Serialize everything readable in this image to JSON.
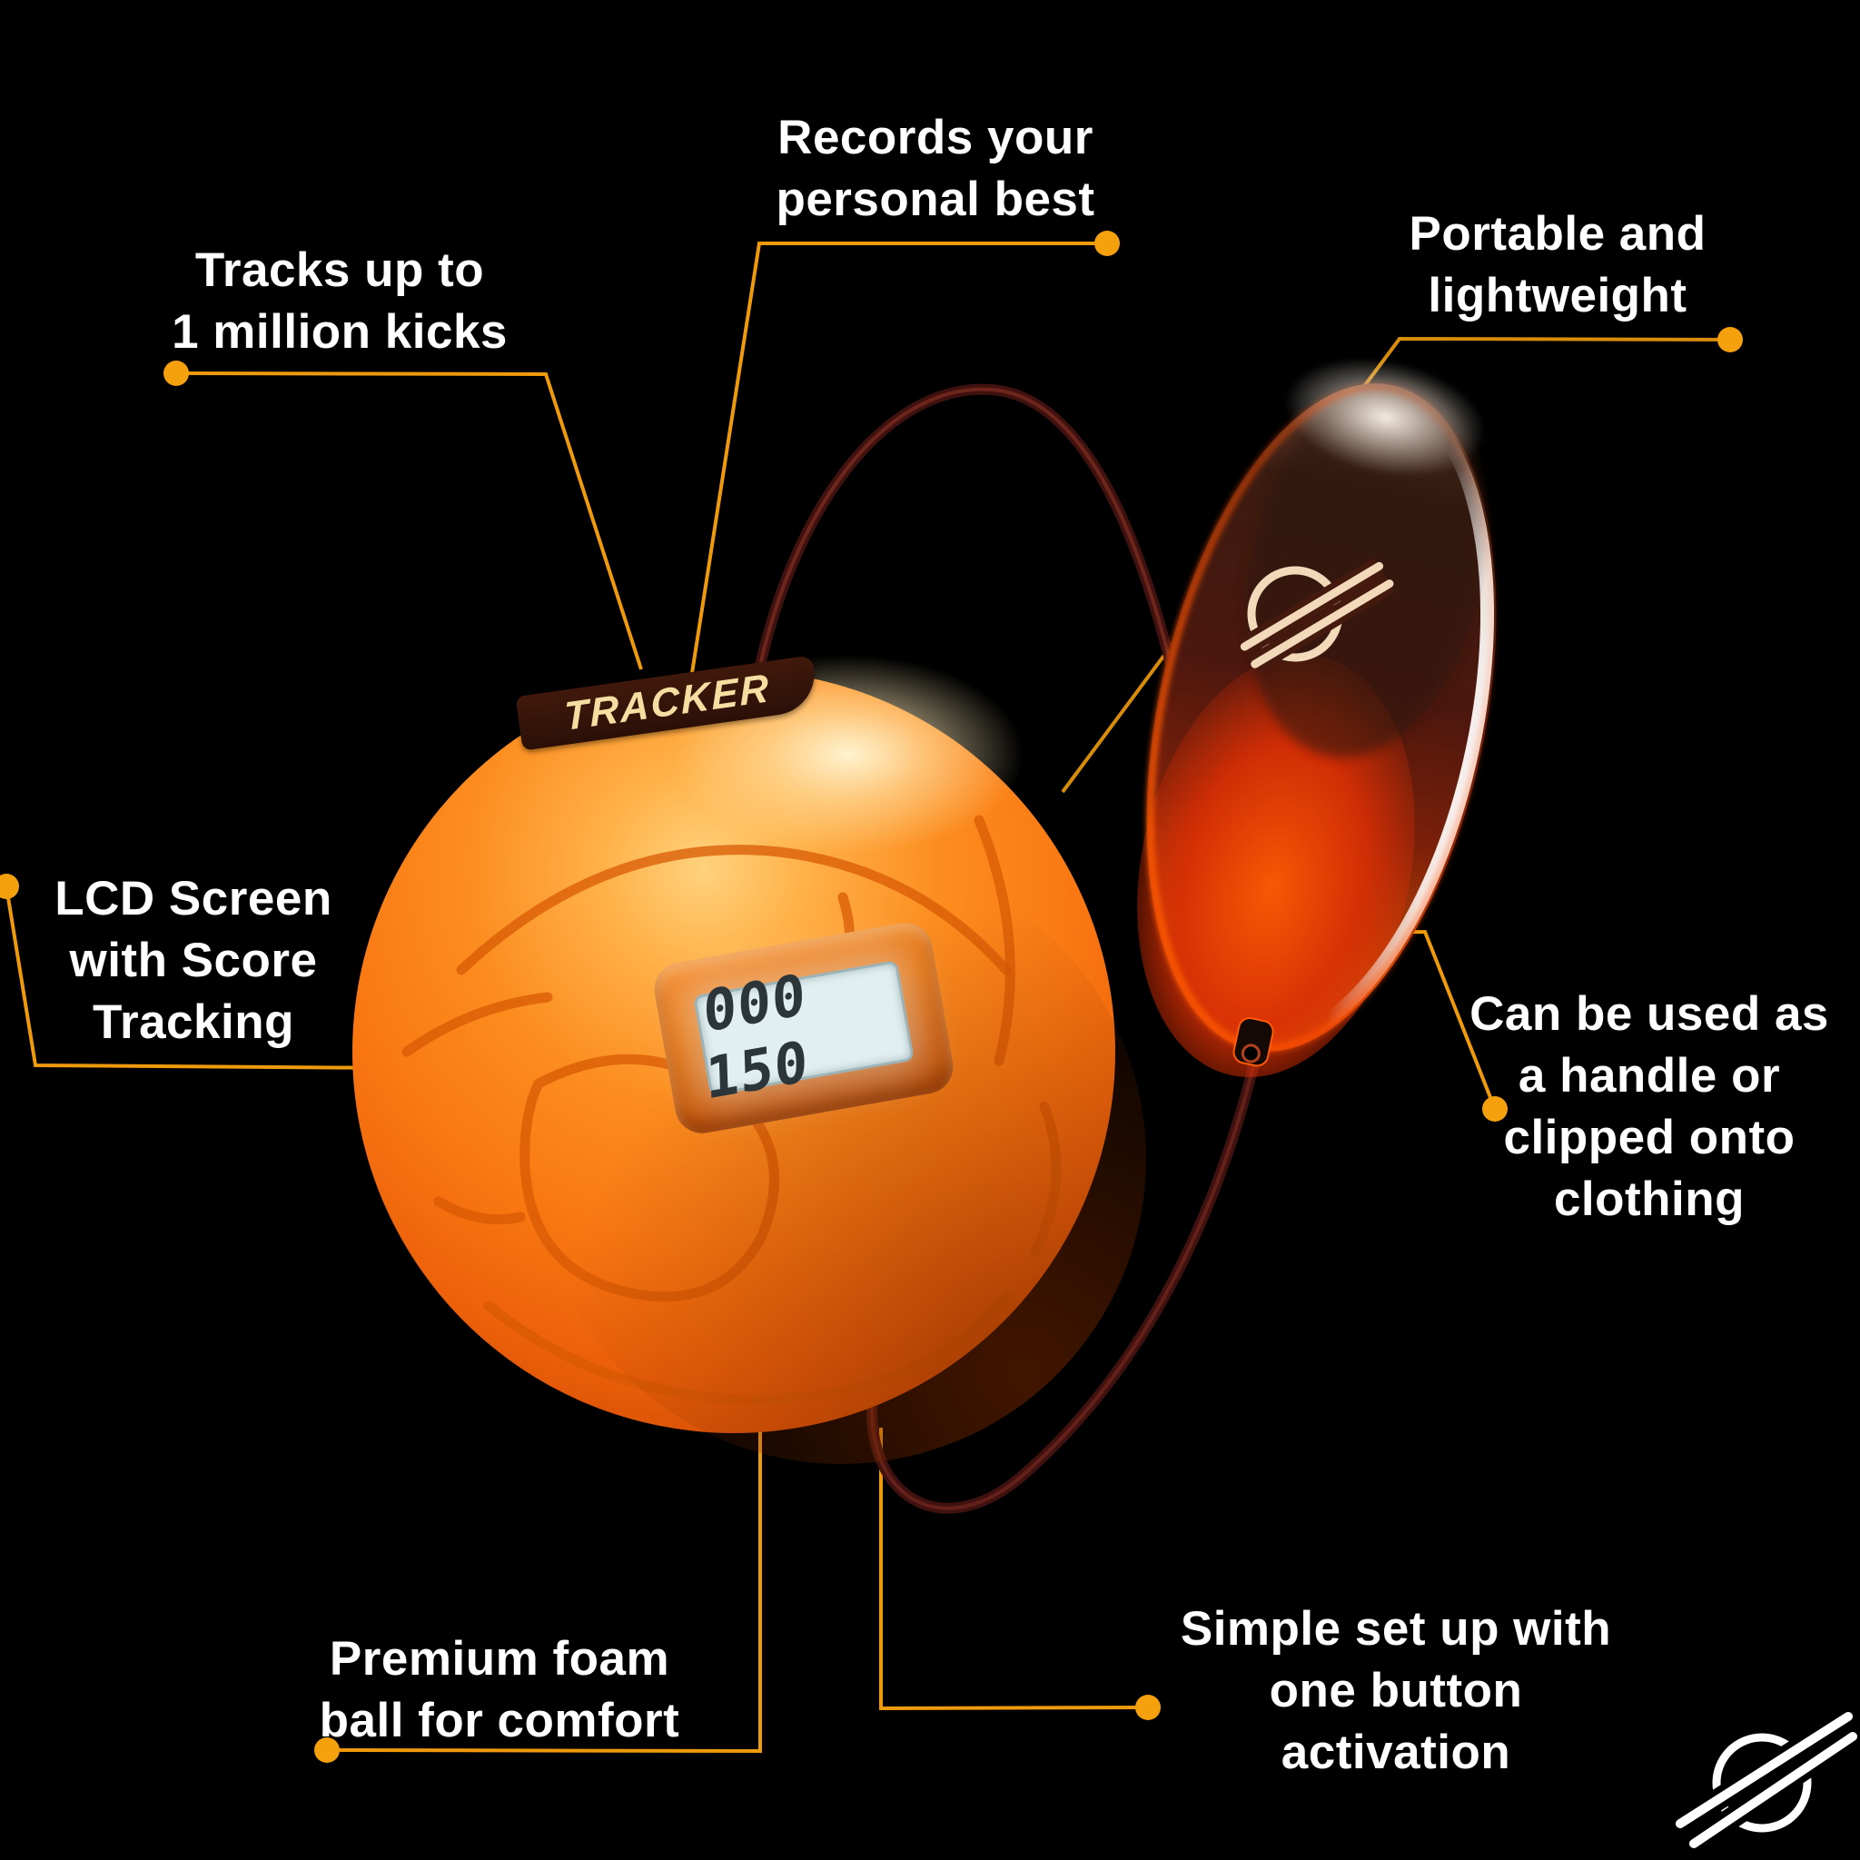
{
  "page": {
    "title": "Kick Tracker Product Features",
    "background_color": "#000000",
    "accent_color": "#F0990E"
  },
  "callouts": {
    "records": {
      "line1": "Records your",
      "line2": "personal best"
    },
    "tracks": {
      "line1": "Tracks up to",
      "line2": "1 million kicks"
    },
    "portable": {
      "line1": "Portable and",
      "line2": "lightweight"
    },
    "lcd": {
      "line1": "LCD Screen",
      "line2": "with Score",
      "line3": "Tracking"
    },
    "handle": {
      "line1": "Can be used as",
      "line2": "a handle or",
      "line3": "clipped onto",
      "line4": "clothing"
    },
    "foam": {
      "line1": "Premium foam",
      "line2": "ball for comfort"
    },
    "setup": {
      "line1": "Simple set up with",
      "line2": "one button",
      "line3": "activation"
    }
  },
  "ball": {
    "band_text": "TRACKER",
    "lcd_value": "000 150",
    "color": "#F97611",
    "lcd_screen_color": "#E2EFF0"
  },
  "device": {
    "color": "#5A1F12",
    "glow_color": "#FF5A07",
    "logo_icon": "planet-slash-logo-icon"
  },
  "cord_color": "#461511",
  "brand": {
    "logo_icon": "planet-slash-logo-icon",
    "logo_color": "#FFFFFF"
  }
}
